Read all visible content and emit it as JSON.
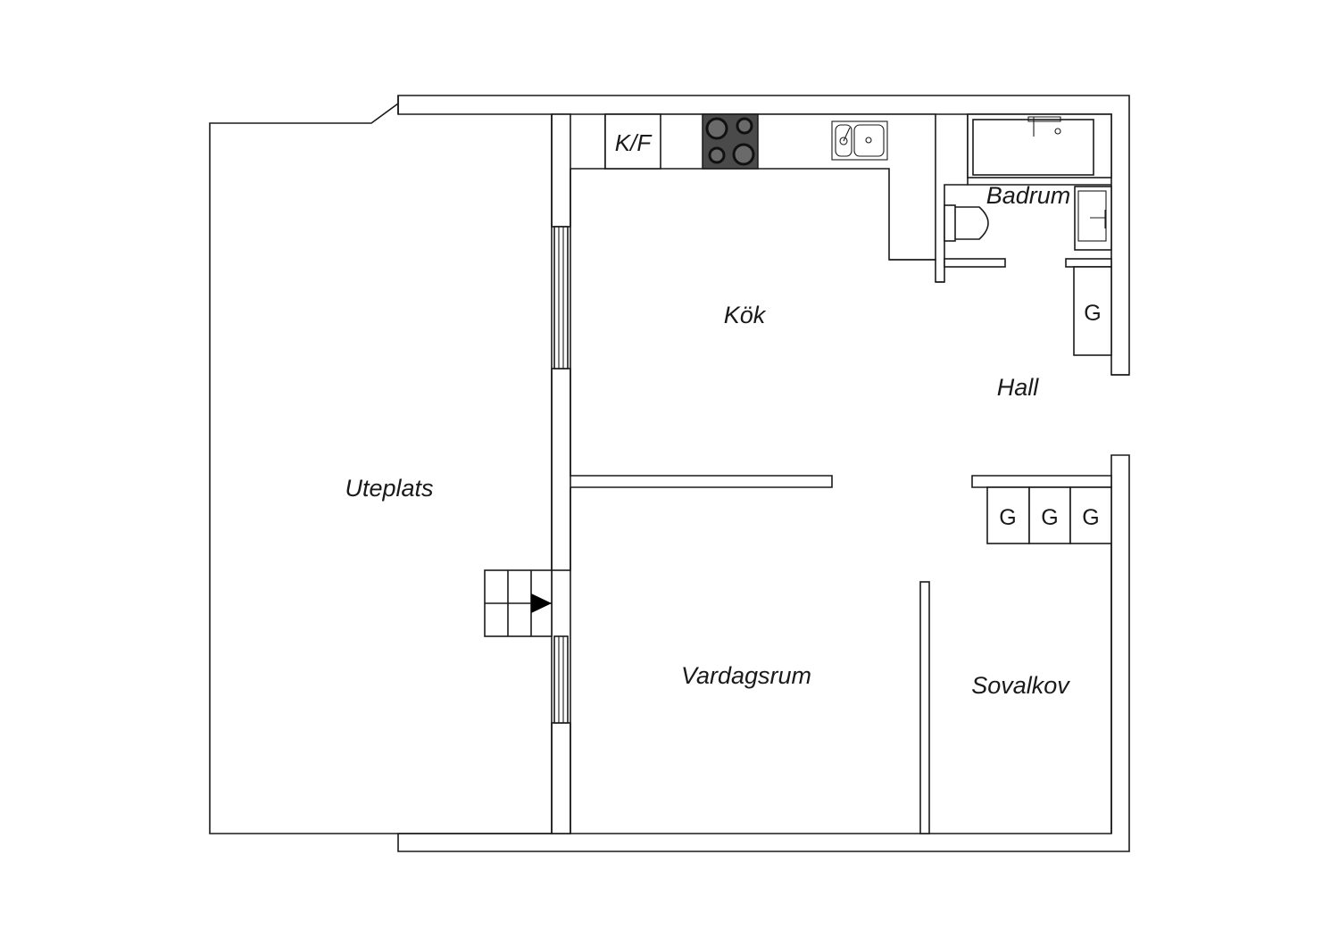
{
  "rooms": {
    "uteplats": "Uteplats",
    "kok": "Kök",
    "hall": "Hall",
    "badrum": "Badrum",
    "vardagsrum": "Vardagsrum",
    "sovalkov": "Sovalkov"
  },
  "fixtures": {
    "fridge_freezer": "K/F",
    "wardrobe": "G"
  },
  "colors": {
    "line": "#1a1a1a",
    "stove": "#4a4a4a",
    "background": "#ffffff"
  }
}
